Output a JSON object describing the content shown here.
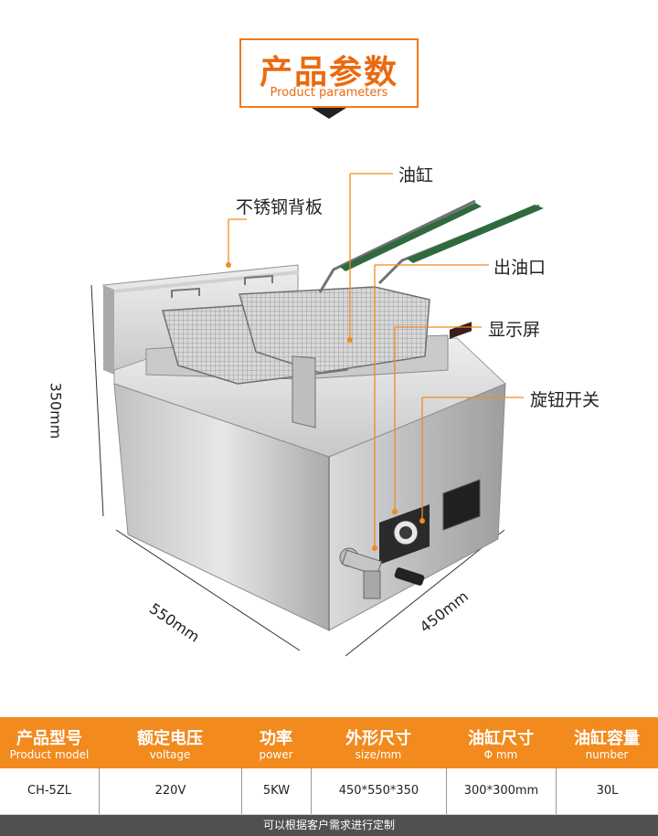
{
  "header": {
    "title": "产品参数",
    "subtitle": "Product parameters"
  },
  "callouts": {
    "tank": "油缸",
    "backplate": "不锈钢背板",
    "outlet": "出油口",
    "display": "显示屏",
    "knob": "旋钮开关"
  },
  "dimensions": {
    "height": "350mm",
    "depth": "550mm",
    "width": "450mm"
  },
  "colors": {
    "accent": "#f28a1e",
    "footer_bg": "#505050"
  },
  "table": {
    "columns": [
      {
        "cn": "产品型号",
        "en": "Product model"
      },
      {
        "cn": "额定电压",
        "en": "voltage"
      },
      {
        "cn": "功率",
        "en": "power"
      },
      {
        "cn": "外形尺寸",
        "en": "size/mm"
      },
      {
        "cn": "油缸尺寸",
        "en": "Φ mm"
      },
      {
        "cn": "油缸容量",
        "en": "number"
      }
    ],
    "values": [
      "CH-5ZL",
      "220V",
      "5KW",
      "450*550*350",
      "300*300mm",
      "30L"
    ],
    "note": "可以根据客户需求进行定制"
  }
}
